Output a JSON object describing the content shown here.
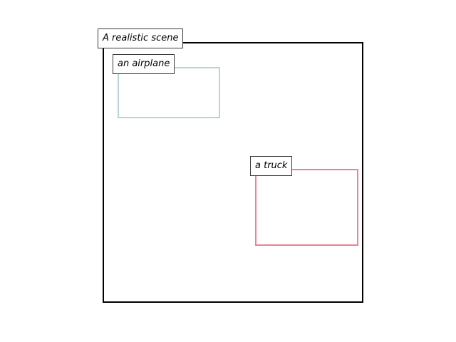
{
  "scene": {
    "caption": "A realistic scene",
    "frame_color": "#000000"
  },
  "objects": [
    {
      "label": "an airplane",
      "color": "#b8d4d8"
    },
    {
      "label": "a truck",
      "color": "#f08090"
    }
  ]
}
